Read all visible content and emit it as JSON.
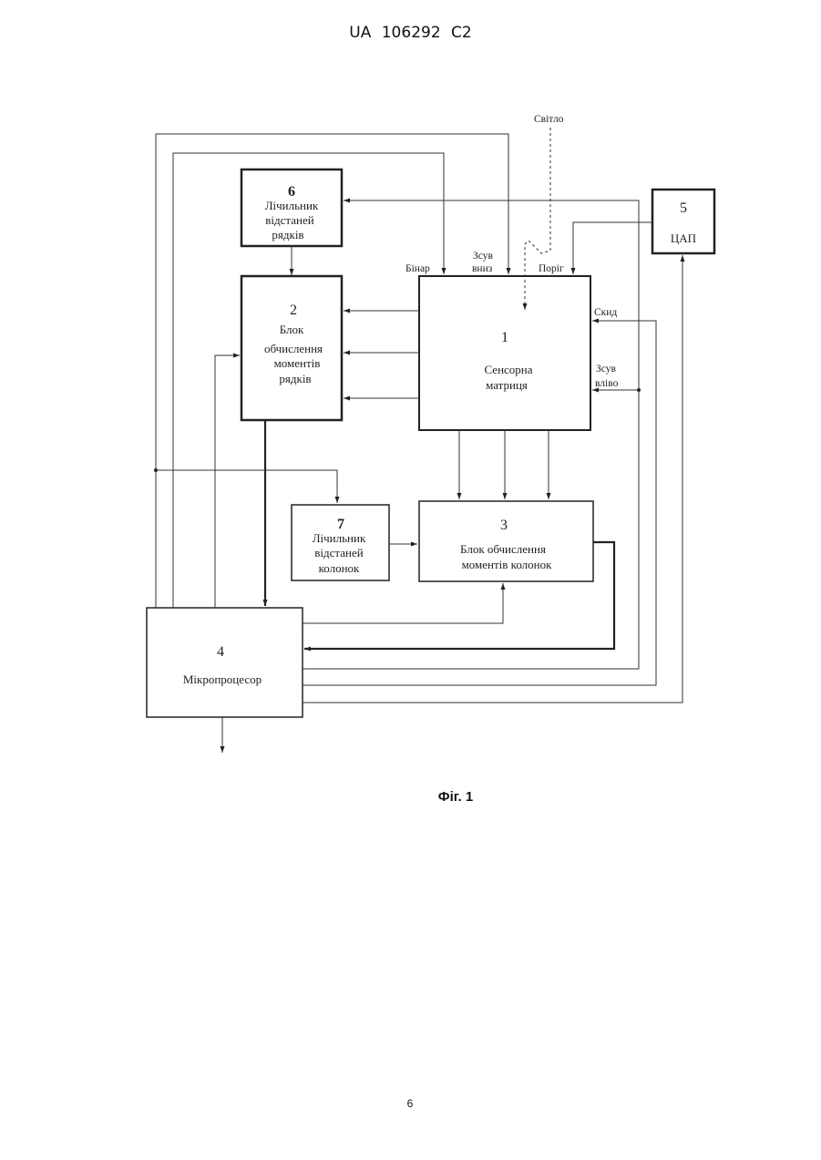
{
  "header": {
    "text": "UA   106292   C2"
  },
  "figure": {
    "caption": "Фіг. 1",
    "light_label": "Світло",
    "blocks": {
      "b1": {
        "number": "1",
        "line1": "Сенсорна",
        "line2": "матриця"
      },
      "b2": {
        "number": "2",
        "line1": "Блок",
        "line2": "обчислення",
        "line3": "моментів",
        "line4": "рядків"
      },
      "b3": {
        "number": "3",
        "line1": "Блок обчислення",
        "line2": "моментів  колонок"
      },
      "b4": {
        "number": "4",
        "line1": "Мікропроцесор"
      },
      "b5": {
        "number": "5",
        "line1": "ЦАП"
      },
      "b6": {
        "number": "6",
        "line1": "Лічильник",
        "line2": "відстаней",
        "line3": "рядків"
      },
      "b7": {
        "number": "7",
        "line1": "Лічильник",
        "line2": "відстаней",
        "line3": "колонок"
      }
    },
    "signals": {
      "binar": "Бінар",
      "shift_down_1": "Зсув",
      "shift_down_2": "вниз",
      "threshold": "Поріг",
      "reset": "Скид",
      "shift_left_1": "Зсув",
      "shift_left_2": "вліво"
    }
  },
  "page_number": "6"
}
